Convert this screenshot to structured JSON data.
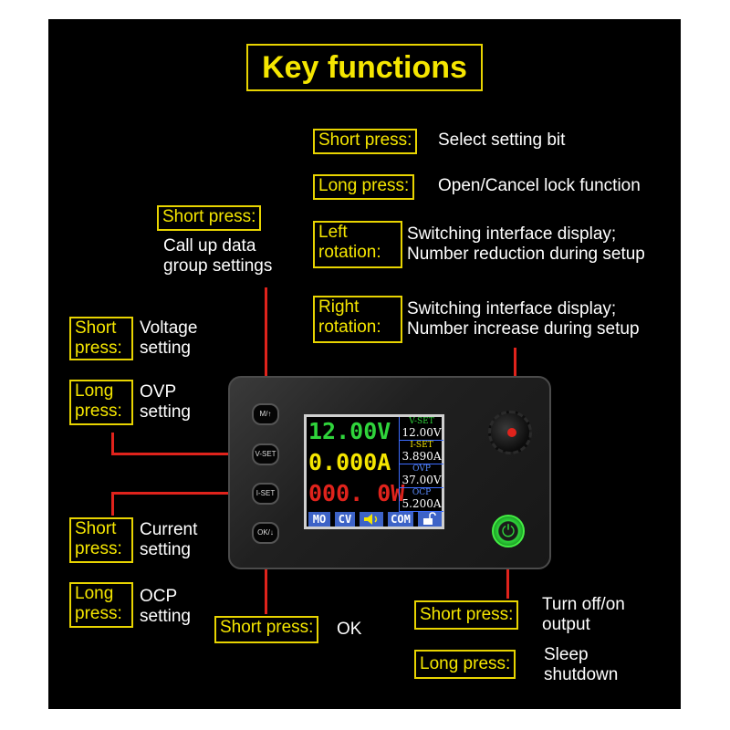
{
  "title": "Key functions",
  "callouts": {
    "knob_short": {
      "label": "Short press:",
      "desc": "Select setting bit"
    },
    "knob_long": {
      "label": "Long press:",
      "desc": "Open/Cancel lock function"
    },
    "knob_left": {
      "label1": "Left",
      "label2": "rotation:",
      "desc1": "Switching interface display;",
      "desc2": "Number reduction during setup"
    },
    "knob_right": {
      "label1": "Right",
      "label2": "rotation:",
      "desc1": "Switching interface display;",
      "desc2": "Number increase during setup"
    },
    "m_short": {
      "label": "Short press:",
      "desc1": "Call up data",
      "desc2": "group settings"
    },
    "vset_short": {
      "label1": "Short",
      "label2": "press:",
      "desc1": "Voltage",
      "desc2": "setting"
    },
    "vset_long": {
      "label1": "Long",
      "label2": "press:",
      "desc1": "OVP",
      "desc2": "setting"
    },
    "iset_short": {
      "label1": "Short",
      "label2": "press:",
      "desc1": "Current",
      "desc2": "setting"
    },
    "iset_long": {
      "label1": "Long",
      "label2": "press:",
      "desc1": "OCP",
      "desc2": "setting"
    },
    "ok_short": {
      "label": "Short press:",
      "desc": "OK"
    },
    "power_short": {
      "label": "Short press:",
      "desc1": "Turn off/on",
      "desc2": "output"
    },
    "power_long": {
      "label": "Long press:",
      "desc1": "Sleep",
      "desc2": "shutdown"
    }
  },
  "buttons": {
    "m": "M/↑",
    "vset": "V-SET",
    "iset": "I-SET",
    "ok": "OK/↓"
  },
  "screen": {
    "voltage": "12.00V",
    "current": "0.000A",
    "power": "000. 0W",
    "vset_label": "V-SET",
    "vset_value": "12.00V",
    "iset_label": "I-SET",
    "iset_value": "3.890A",
    "ovp_label": "OVP",
    "ovp_value": "37.00V",
    "ocp_label": "OCP",
    "ocp_value": "5.200A",
    "status": [
      "MO",
      "CV",
      "COM"
    ]
  },
  "colors": {
    "accent": "#f5e600",
    "leader": "#e0231c",
    "voltage": "#2fd43b",
    "current": "#f5e600",
    "power": "#e0231c",
    "power_button": "#2fd43b"
  }
}
